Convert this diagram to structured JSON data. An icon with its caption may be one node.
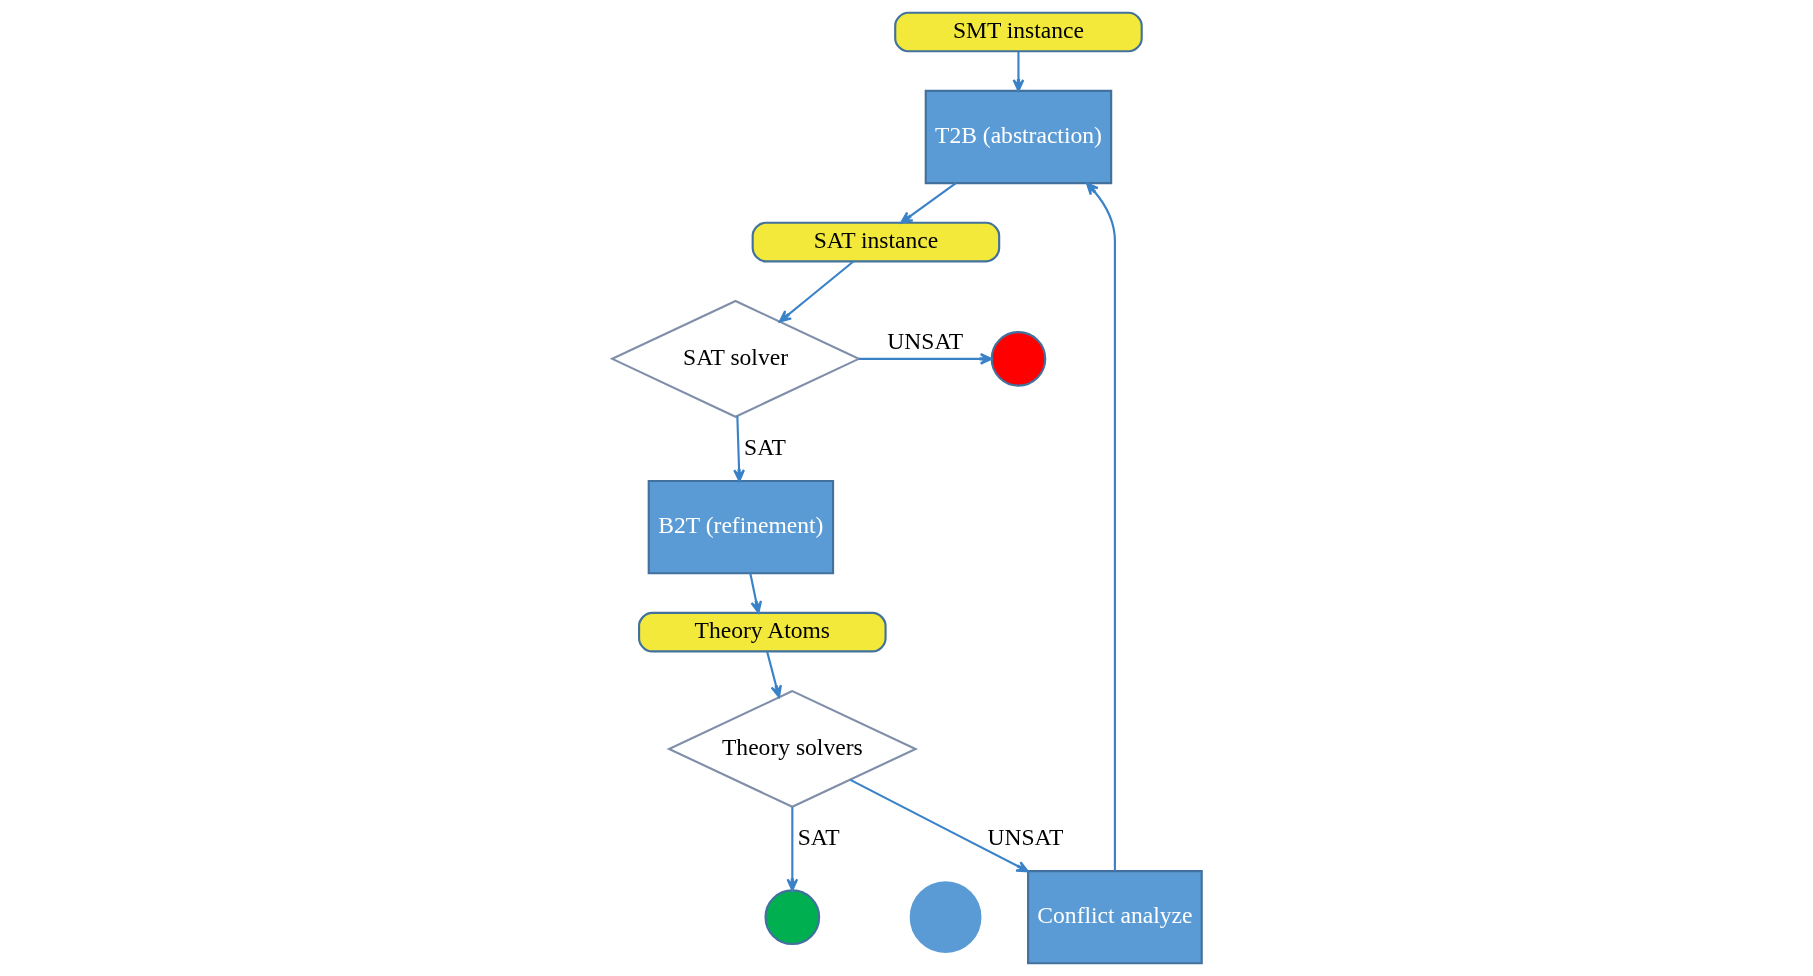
{
  "diagram": {
    "nodes": [
      {
        "text": [
          "SMT instance"
        ]
      },
      {
        "text": [
          "T2B (abstraction)"
        ]
      },
      {
        "text": [
          "SAT instance"
        ]
      },
      {
        "text": [
          "SAT solver"
        ]
      },
      {
        "text": [],
        "shape": "circle"
      },
      {
        "text": [
          "B2T (refinement)"
        ]
      },
      {
        "text": [
          "Theory Atoms"
        ]
      },
      {
        "text": [
          "Theory solvers"
        ]
      },
      {
        "text": [
          "Conflict analyze"
        ]
      },
      {
        "text": [],
        "shape": "circle"
      },
      {
        "text": [],
        "shape": "circle"
      }
    ],
    "edges": [
      {
        "from": 0,
        "to": 1,
        "arrow": "to"
      },
      {
        "from": 1,
        "to": 2,
        "arrow": "to"
      },
      {
        "from": 2,
        "to": 3,
        "arrow": "to"
      },
      {
        "from": 3,
        "to": 4,
        "arrow": "to",
        "label": "UNSAT"
      },
      {
        "from": 3,
        "to": 5,
        "arrow": "to",
        "label": "SAT"
      },
      {
        "from": 5,
        "to": 6,
        "arrow": "to"
      },
      {
        "from": 6,
        "to": 7,
        "arrow": "to"
      },
      {
        "from": 7,
        "to": 8,
        "arrow": "to",
        "label": "UNSAT"
      },
      {
        "from": 8,
        "to": 1,
        "arrow": "to"
      },
      {
        "from": 7,
        "to": 9,
        "arrow": "to",
        "label": "SAT"
      }
    ]
  }
}
